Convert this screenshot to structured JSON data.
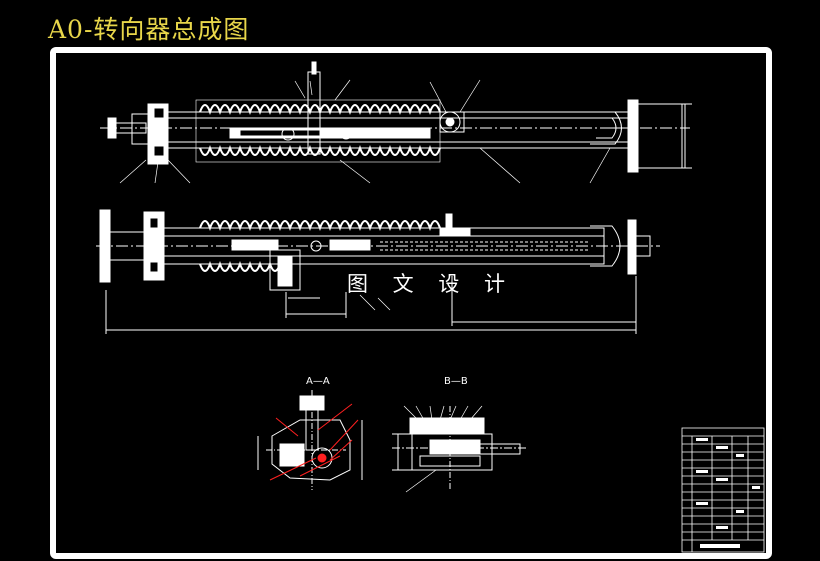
{
  "title": "A0-转向器总成图",
  "watermark": "图 文 设 计",
  "views": {
    "section_a": "A—A",
    "section_b": "B—B"
  },
  "colors": {
    "background": "#000000",
    "lines": "#ffffff",
    "title": "#e8d64a",
    "leaders": "#ff2020"
  }
}
